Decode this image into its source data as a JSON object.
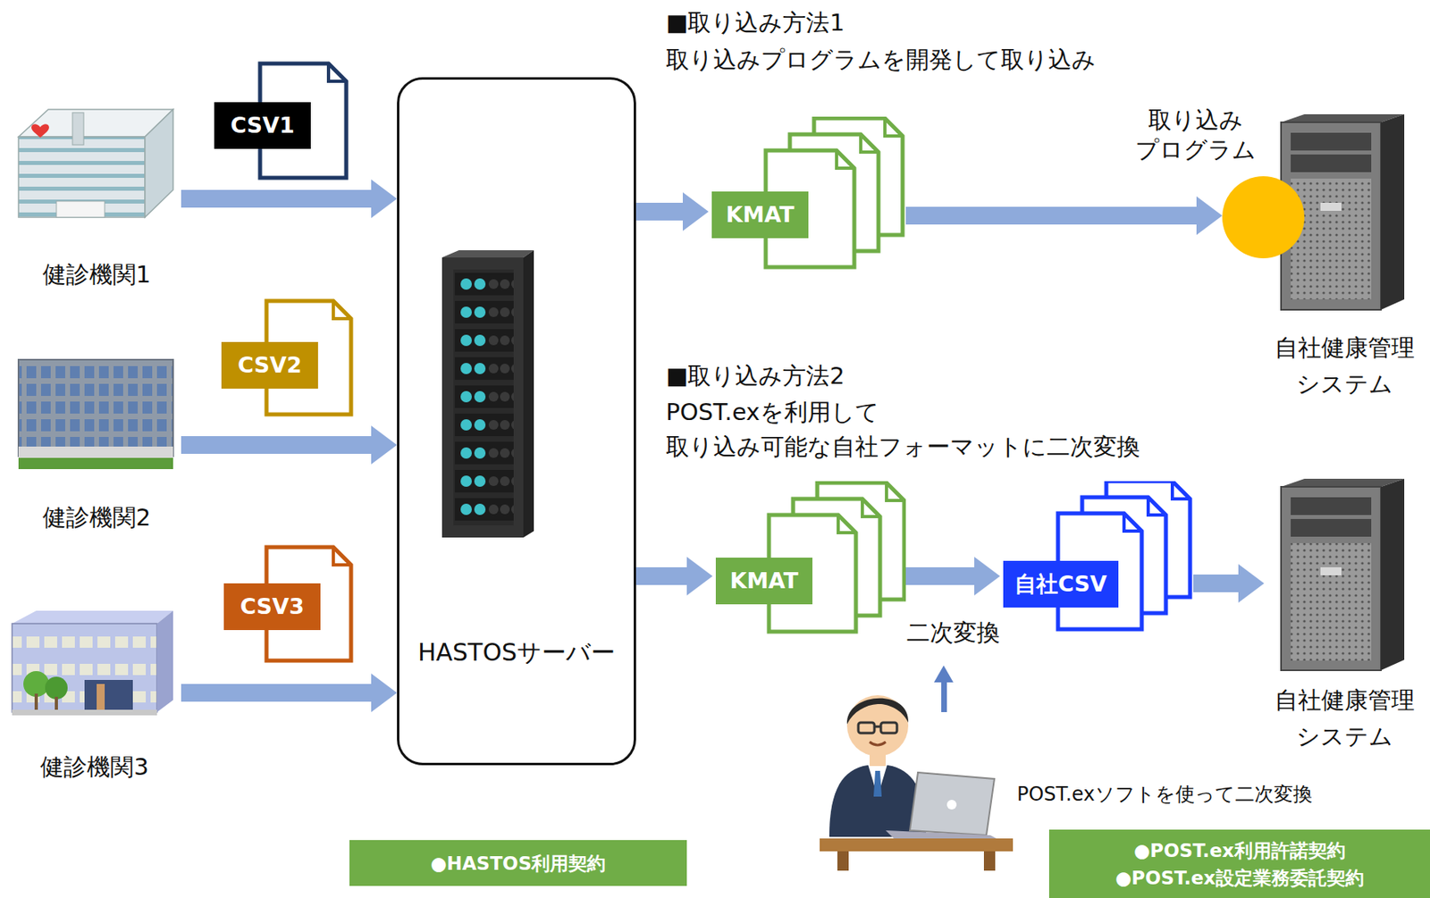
{
  "diagram": {
    "nodes": [
      {
        "text": [
          "健診機関1"
        ]
      },
      {
        "text": [
          "CSV1"
        ]
      },
      {
        "text": [
          "健診機関2"
        ]
      },
      {
        "text": [
          "CSV2"
        ]
      },
      {
        "text": [
          "健診機関3"
        ]
      },
      {
        "text": [
          "CSV3"
        ]
      },
      {
        "text": [
          "HASTOSサーバー"
        ]
      },
      {
        "text": [
          "KMAT"
        ]
      },
      {
        "text": [
          "取り込み プログラム"
        ]
      },
      {
        "text": [
          "自社健康管理 システム"
        ]
      },
      {
        "text": [
          "KMAT"
        ]
      },
      {
        "text": [
          "自社CSV"
        ]
      },
      {
        "text": [
          "自社健康管理 システム"
        ]
      },
      {
        "text": [
          "●HASTOS利用契約"
        ]
      },
      {
        "text": [
          "●POST.ex利用許諾契約",
          "●POST.ex設定業務委託契約"
        ]
      }
    ],
    "edges": [
      {
        "from": 0,
        "to": 6,
        "arrow": "to"
      },
      {
        "from": 2,
        "to": 6,
        "arrow": "to"
      },
      {
        "from": 4,
        "to": 6,
        "arrow": "to"
      },
      {
        "from": 6,
        "to": 7,
        "arrow": "to"
      },
      {
        "from": 7,
        "to": 8,
        "arrow": "to"
      },
      {
        "from": 6,
        "to": 10,
        "arrow": "to"
      },
      {
        "from": 10,
        "to": 11,
        "label": "二次変換",
        "arrow": "to"
      },
      {
        "from": 11,
        "to": 12,
        "arrow": "to"
      }
    ],
    "labels": [
      "■取り込み方法1",
      "取り込みプログラムを開発して取り込み",
      "■取り込み方法2",
      "POST.exを利用して",
      "取り込み可能な自社フォーマットに二次変換",
      "POST.exソフトを使って二次変換"
    ]
  }
}
